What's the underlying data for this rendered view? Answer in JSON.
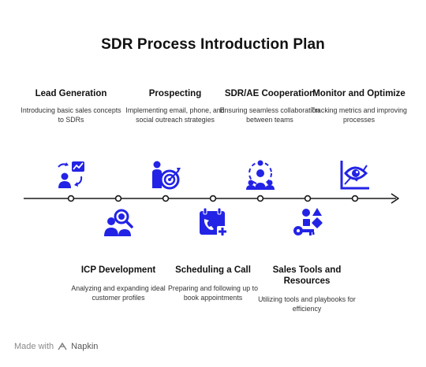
{
  "title": "SDR Process Introduction Plan",
  "steps": [
    {
      "title": "Lead Generation",
      "desc": "Introducing basic sales concepts to SDRs",
      "icon": "lead-generation-icon"
    },
    {
      "title": "ICP Development",
      "desc": "Analyzing and expanding ideal customer profiles",
      "icon": "icp-search-icon"
    },
    {
      "title": "Prospecting",
      "desc": "Implementing email, phone, and social outreach strategies",
      "icon": "prospecting-target-icon"
    },
    {
      "title": "Scheduling a Call",
      "desc": "Preparing and following up to book appointments",
      "icon": "calendar-phone-icon"
    },
    {
      "title": "SDR/AE Cooperation",
      "desc": "Ensuring seamless collaboration between teams",
      "icon": "team-cooperation-icon"
    },
    {
      "title": "Sales Tools and Resources",
      "desc": "Utilizing tools and playbooks for efficiency",
      "icon": "tools-key-shapes-icon"
    },
    {
      "title": "Monitor and Optimize",
      "desc": "Tracking metrics and improving processes",
      "icon": "monitor-eye-chart-icon"
    }
  ],
  "footer": {
    "prefix": "Made with",
    "brand": "Napkin"
  },
  "colors": {
    "accent": "#2323e6",
    "line": "#1a1a1a"
  }
}
